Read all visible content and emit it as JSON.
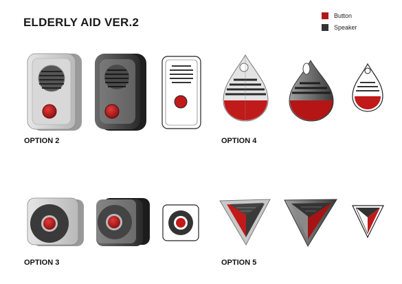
{
  "title": "ELDERLY AID VER.2",
  "legend": [
    {
      "label": "Button",
      "color": "#b01818"
    },
    {
      "label": "Speaker",
      "color": "#333333"
    }
  ],
  "options": {
    "option2": "OPTION 2",
    "option3": "OPTION 3",
    "option4": "OPTION 4",
    "option5": "OPTION 5"
  },
  "colors": {
    "button_red": "#c01a1a",
    "speaker_dark": "#3a3a3a",
    "shell_light": "#d2d2d2",
    "shell_dark": "#3c3c3c"
  }
}
